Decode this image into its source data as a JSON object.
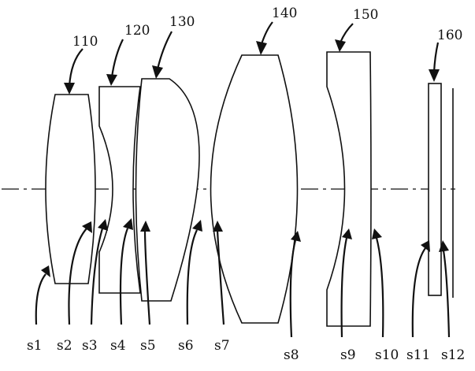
{
  "colors": {
    "stroke": "#111111",
    "background": "#ffffff"
  },
  "element_labels": {
    "e110": "110",
    "e120": "120",
    "e130": "130",
    "e140": "140",
    "e150": "150",
    "e160": "160"
  },
  "surface_labels": {
    "s1": "s1",
    "s2": "s2",
    "s3": "s3",
    "s4": "s4",
    "s5": "s5",
    "s6": "s6",
    "s7": "s7",
    "s8": "s8",
    "s9": "s9",
    "s10": "s10",
    "s11": "s11",
    "s12": "s12"
  }
}
